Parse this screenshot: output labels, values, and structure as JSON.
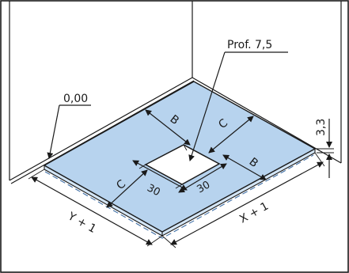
{
  "labels": {
    "depth": "Prof. 7,5",
    "level": "0,00",
    "thickness": "3,3",
    "dim_b_top": "B",
    "dim_c_top": "C",
    "dim_c_left": "C",
    "dim_b_right": "B",
    "hole_30_left": "30",
    "hole_30_right": "30",
    "length_y": "Y + 1",
    "length_x": "X + 1"
  },
  "colors": {
    "tray_fill": "#b7d3ee",
    "tray_edge_fill": "#d3e5f5",
    "dashed_edge": "#3f6fa6",
    "line": "#1a1a1a"
  }
}
